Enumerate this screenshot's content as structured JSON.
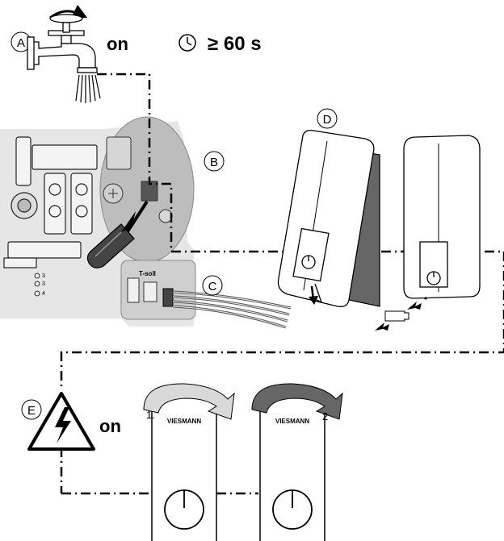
{
  "steps": {
    "a": {
      "letter": "A",
      "action": "on",
      "duration": "≥ 60 s"
    },
    "b": {
      "letter": "B"
    },
    "c": {
      "letter": "C",
      "sensor_label": "T-soll",
      "pin_labels": [
        "3",
        "3",
        "4"
      ]
    },
    "d": {
      "letter": "D"
    },
    "e": {
      "letter": "E",
      "action": "on"
    }
  },
  "knob_panels": [
    {
      "brand": "VIESMANN",
      "step_number": "1."
    },
    {
      "brand": "VIESMANN",
      "step_number": "2"
    }
  ],
  "colors": {
    "line": "#000000",
    "panel_fill": "#ffffff",
    "photo_gray": "#c8c8c8",
    "photo_dark": "#555555",
    "arrow_dark": "#606060",
    "arrow_light": "#bfbfbf"
  },
  "icons": [
    "water-tap-icon",
    "rotate-arrow-icon",
    "clock-icon",
    "screwdriver-icon",
    "high-voltage-icon"
  ]
}
